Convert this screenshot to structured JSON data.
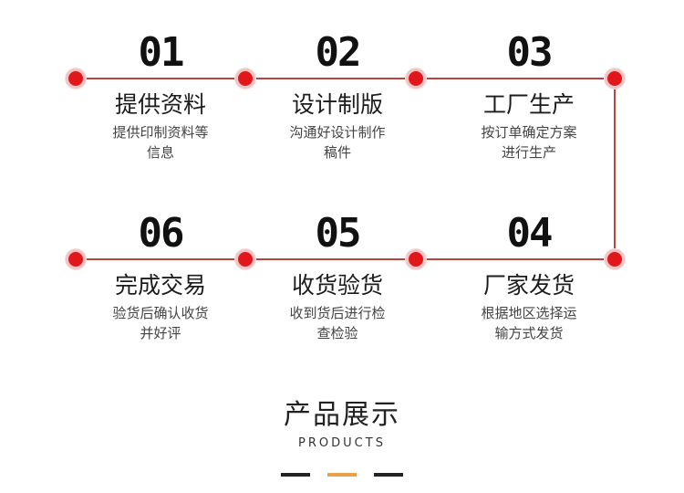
{
  "steps": [
    {
      "num": "01",
      "title": "提供资料",
      "desc": [
        "提供印制资料等",
        "信息"
      ]
    },
    {
      "num": "02",
      "title": "设计制版",
      "desc": [
        "沟通好设计制作",
        "稿件"
      ]
    },
    {
      "num": "03",
      "title": "工厂生产",
      "desc": [
        "按订单确定方案",
        "进行生产"
      ]
    },
    {
      "num": "04",
      "title": "厂家发货",
      "desc": [
        "根据地区选择运",
        "输方式发货"
      ]
    },
    {
      "num": "05",
      "title": "收货验货",
      "desc": [
        "收到货后进行检",
        "查检验"
      ]
    },
    {
      "num": "06",
      "title": "完成交易",
      "desc": [
        "验货后确认收货",
        "并好评"
      ]
    }
  ],
  "section": {
    "title": "产品展示",
    "subtitle": "PRODUCTS"
  },
  "colors": {
    "node": "#e2171b",
    "track": "#b8453f",
    "accent": "#e8a04a",
    "dark": "#222222"
  }
}
